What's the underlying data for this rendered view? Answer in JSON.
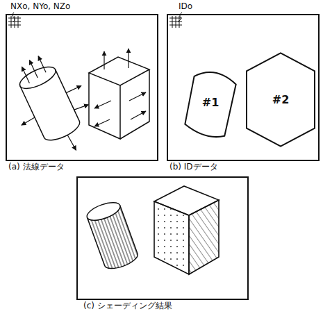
{
  "diagram": {
    "nodes": [
      {
        "text": [
          "(a) 法線データ"
        ]
      },
      {
        "text": [
          "(b) IDデータ"
        ]
      },
      {
        "text": [
          "#1"
        ],
        "in": 1
      },
      {
        "text": [
          "#2"
        ],
        "in": 1
      },
      {
        "text": [
          "(c) シェーディング結果"
        ]
      }
    ],
    "labels": [
      "NXo, NYo, NZo",
      "IDo"
    ]
  }
}
